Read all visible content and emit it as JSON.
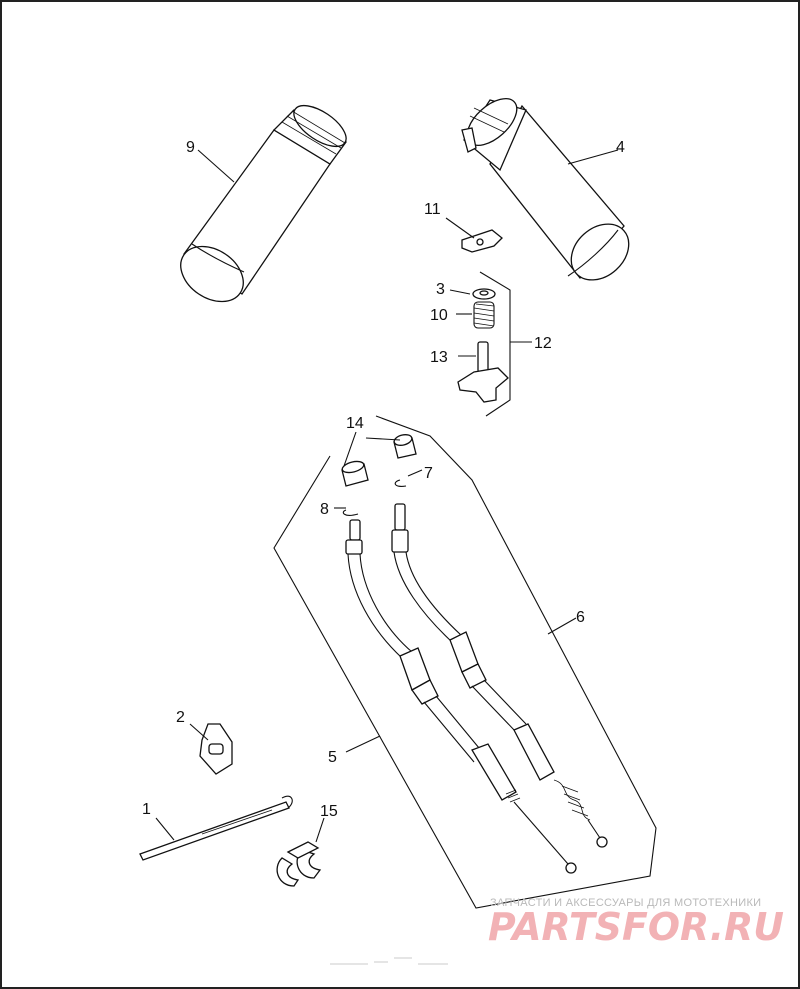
{
  "callouts": [
    "1",
    "2",
    "3",
    "4",
    "5",
    "6",
    "7",
    "8",
    "9",
    "10",
    "11",
    "12",
    "13",
    "14",
    "15"
  ],
  "watermark": {
    "subtitle": "ЗАПЧАСТИ И АКСЕССУАРЫ ДЛЯ МОТОТЕХНИКИ",
    "brand": "PARTSFOR.RU"
  }
}
